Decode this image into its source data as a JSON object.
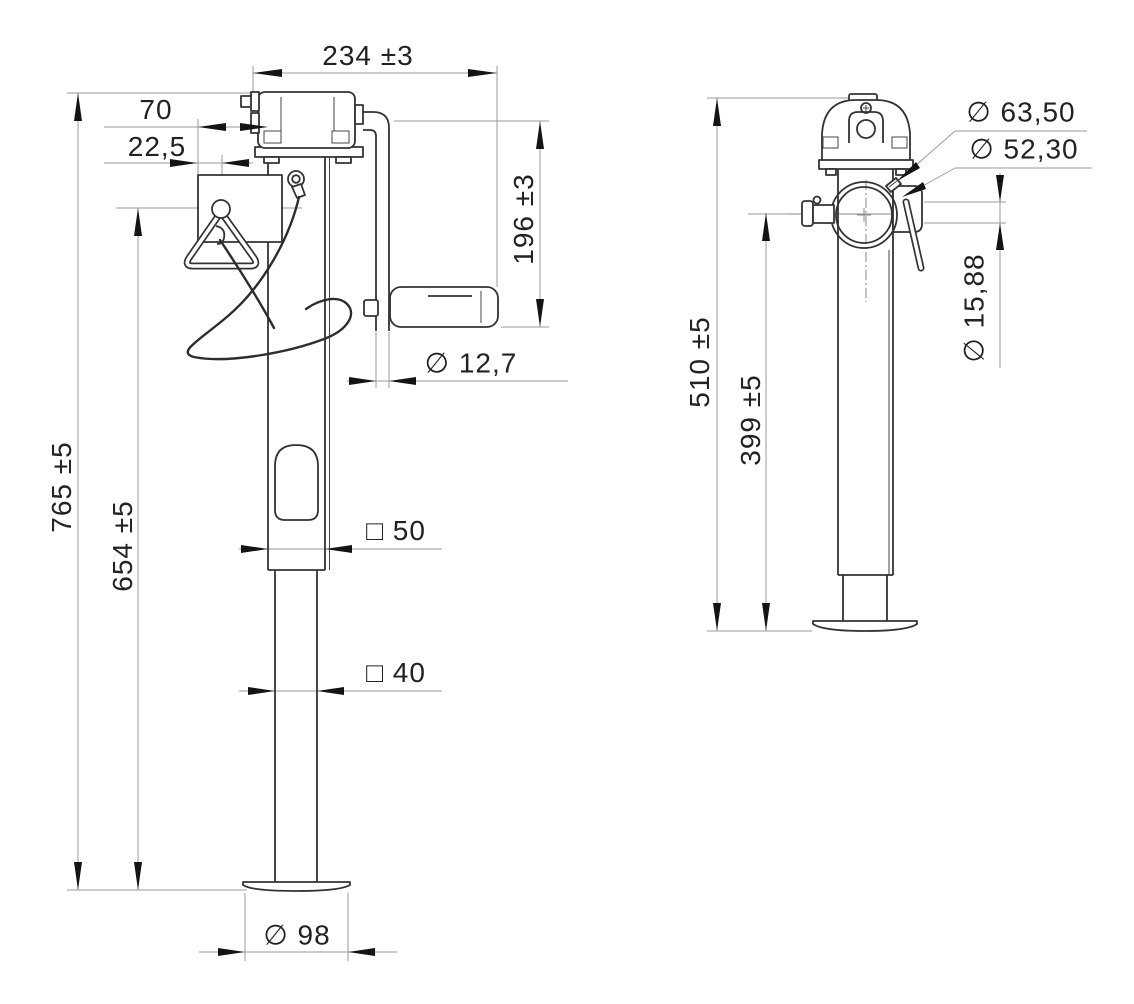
{
  "drawing": {
    "kind": "two-view engineering dimension drawing",
    "subject": "telescopic trailer jack (jockey stand) with crank handle, pull-pin and clamp ring",
    "units_style": "millimetres, comma decimal separator"
  },
  "side_view": {
    "top_width": "234 ±3",
    "bracket_offset": "70",
    "pin_offset": "22,5",
    "handle_drop": "196 ±3",
    "handle_tube_dia": "∅ 12,7",
    "overall_height": "765 ±5",
    "pin_center_height": "654 ±5",
    "outer_tube_square": "□ 50",
    "inner_tube_square": "□ 40",
    "foot_dia": "∅ 98"
  },
  "front_view": {
    "overall_height": "510 ±5",
    "pin_center_height": "399 ±5",
    "clamp_outer_dia": "∅ 63,50",
    "clamp_inner_dia": "∅ 52,30",
    "pin_dia": "∅ 15,88"
  },
  "colors": {
    "background": "#ffffff",
    "object_lines": "#333333",
    "dimension_lines": "#9a9a9a",
    "text": "#222222"
  }
}
